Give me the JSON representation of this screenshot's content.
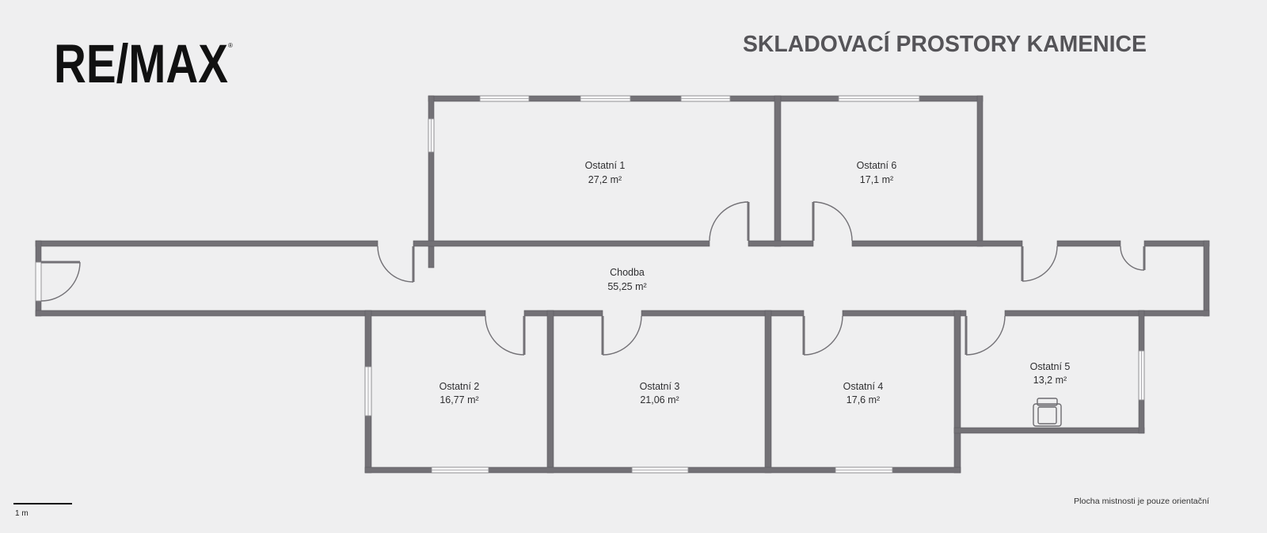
{
  "logo": {
    "text": "RE/MAX",
    "registered_mark": "®"
  },
  "title": "SKLADOVACÍ PROSTORY KAMENICE",
  "rooms": [
    {
      "name": "Ostatní 1",
      "area": "27,2 m²"
    },
    {
      "name": "Ostatní 6",
      "area": "17,1 m²"
    },
    {
      "name": "Chodba",
      "area": "55,25 m²"
    },
    {
      "name": "Ostatní 2",
      "area": "16,77 m²"
    },
    {
      "name": "Ostatní 3",
      "area": "21,06 m²"
    },
    {
      "name": "Ostatní 4",
      "area": "17,6 m²"
    },
    {
      "name": "Ostatní 5",
      "area": "13,2 m²"
    }
  ],
  "scale_bar": {
    "label": "1 m"
  },
  "footnote": "Plocha mistnosti je pouze orientační",
  "icons": {
    "furniture": "armchair-icon"
  },
  "colors": {
    "background": "#efeff0",
    "wall": "#737176",
    "text": "#2f2f31",
    "title": "#555458",
    "logo": "#111111"
  }
}
